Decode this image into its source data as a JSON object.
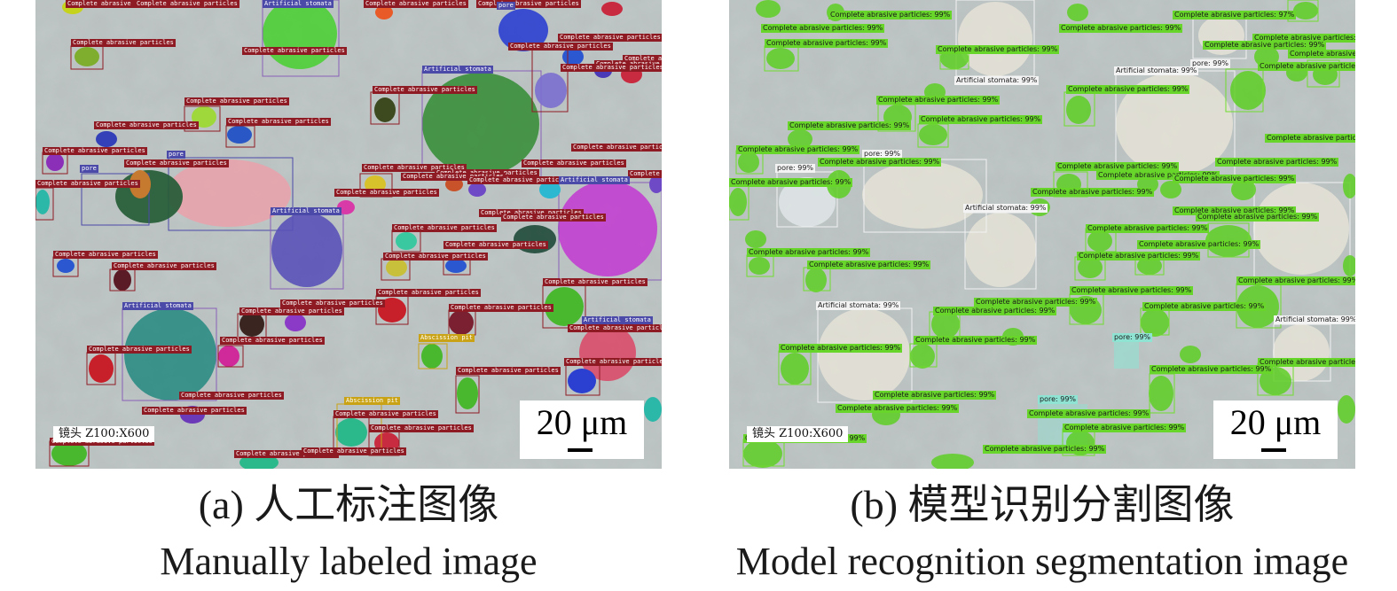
{
  "panel_a": {
    "lens_label": "镜头 Z100:X600",
    "scale_label": "20 μm",
    "caption_zh": "(a) 人工标注图像",
    "caption_en": "Manually labeled image",
    "label_complete": "Complete abrasive particles",
    "label_stomata": "Artificial stomata",
    "label_pore": "pore",
    "label_pit": "Abscission pit"
  },
  "panel_b": {
    "lens_label": "镜头 Z100:X600",
    "scale_label": "20 μm",
    "caption_zh": "(b) 模型识别分割图像",
    "caption_en": "Model recognition segmentation image",
    "label_complete_99": "Complete abrasive particles: 99%",
    "label_complete_97": "Complete abrasive particles: 97%",
    "label_stomata_99": "Artificial stomata: 99%",
    "label_pore_99": "pore: 99%"
  },
  "colors": {
    "manual_tag": "#8e1b23",
    "model_tag": "#67d52a",
    "stomata_green": "#3f9a3a",
    "stomata_pink": "#e0919b",
    "stomata_teal": "#2d8f87",
    "stomata_magenta": "#c03ed0",
    "stomata_violet": "#5b52b8"
  }
}
